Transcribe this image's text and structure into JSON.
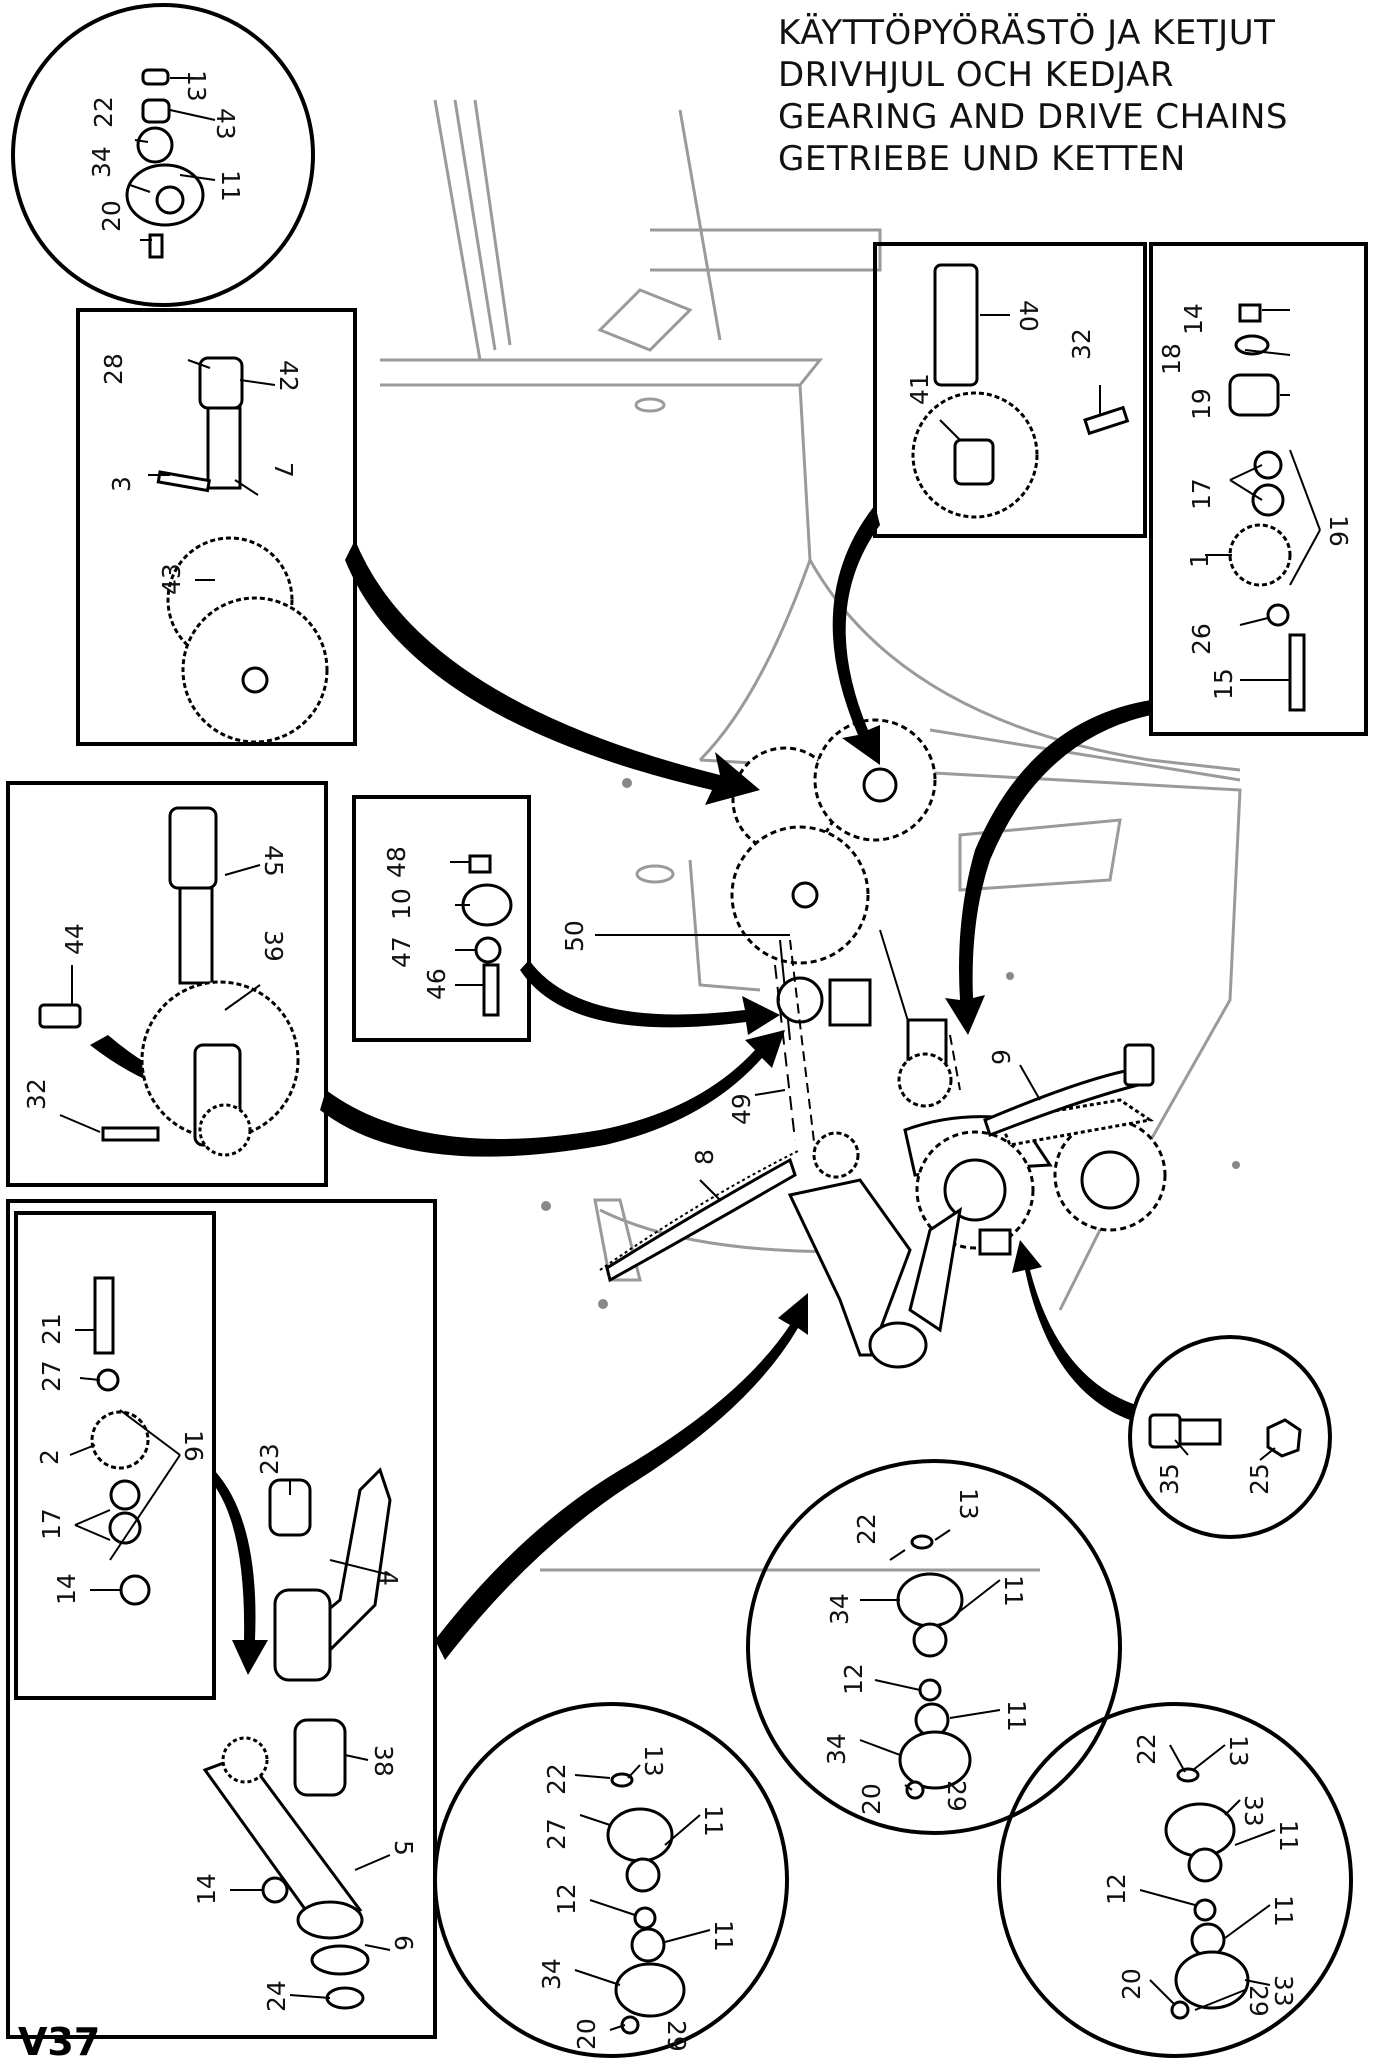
{
  "title_lines": [
    "KÄYTTÖPYÖRÄSTÖ JA KETJUT",
    "DRIVHJUL OCH KEDJAR",
    "GEARING AND DRIVE CHAINS",
    "GETRIEBE UND KETTEN"
  ],
  "page_code": "V37",
  "callouts": {
    "c1": "13",
    "c2": "43",
    "c3": "22",
    "c4": "34",
    "c5": "11",
    "c6": "20",
    "c7": "28",
    "c8": "42",
    "c9": "3",
    "c10": "7",
    "c11": "43",
    "c12": "40",
    "c13": "41",
    "c14": "32",
    "c15": "14",
    "c16": "18",
    "c17": "19",
    "c18": "17",
    "c19": "16",
    "c20": "1",
    "c21": "26",
    "c22": "15",
    "c23": "45",
    "c24": "44",
    "c25": "39",
    "c26": "32",
    "c27": "48",
    "c28": "10",
    "c29": "47",
    "c30": "46",
    "c31": "50",
    "c32": "49",
    "c33": "9",
    "c34": "8",
    "c35": "21",
    "c36": "27",
    "c37": "2",
    "c38": "16",
    "c39": "17",
    "c40": "14",
    "c41": "23",
    "c42": "4",
    "c43": "38",
    "c44": "5",
    "c45": "6",
    "c46": "14",
    "c47": "24",
    "c48": "35",
    "c49": "25",
    "c50": "22",
    "c51": "13",
    "c52": "34",
    "c53": "11",
    "c54": "12",
    "c55": "11",
    "c56": "34",
    "c57": "20",
    "c58": "29",
    "c59": "22",
    "c60": "13",
    "c61": "27",
    "c62": "11",
    "c63": "12",
    "c64": "11",
    "c65": "34",
    "c66": "20",
    "c67": "29",
    "c68": "22",
    "c69": "13",
    "c70": "33",
    "c71": "11",
    "c72": "12",
    "c73": "11",
    "c74": "33",
    "c75": "20",
    "c76": "29"
  }
}
